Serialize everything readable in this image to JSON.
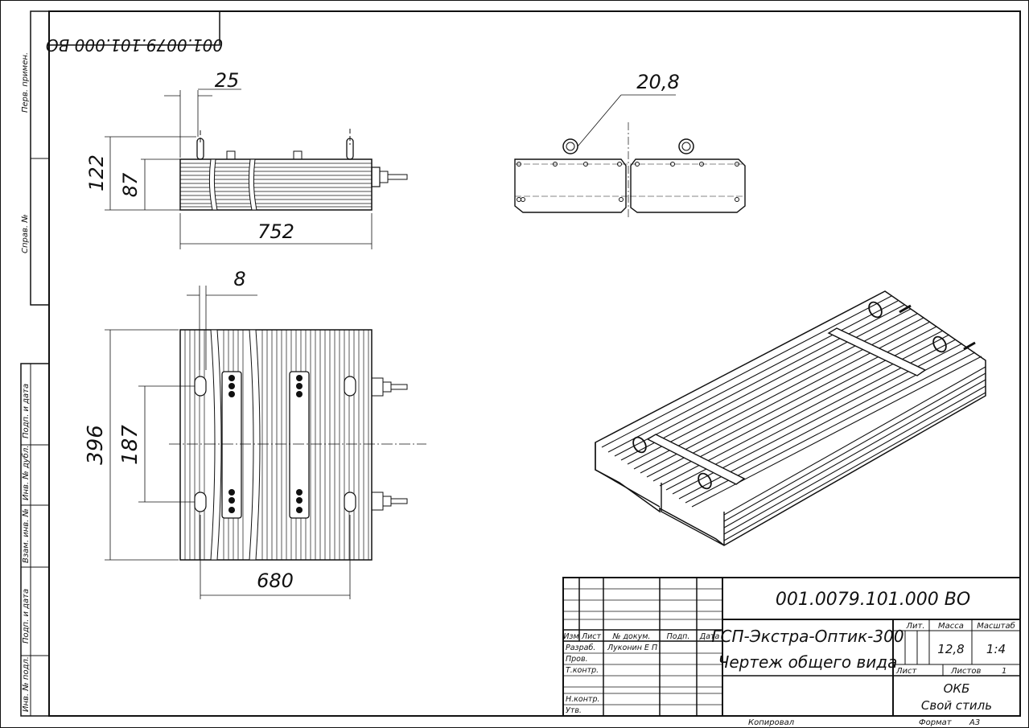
{
  "drawing_number": "001.0079.101.000 ВО",
  "drawing_number_mirrored": "001.0079.101.000 ВО",
  "side_strip": {
    "perv_primen": "Перв. примен.",
    "sprav_no": "Справ. №",
    "podp_data_1": "Подп. и дата",
    "inv_dubl": "Инв. № дубл.",
    "vzam_inv": "Взам. инв. №",
    "podp_data_2": "Подп. и дата",
    "inv_podl": "Инв. № подл."
  },
  "dimensions": {
    "top_width": "25",
    "height_total": "122",
    "height_body": "87",
    "length": "752",
    "eye_diameter": "20,8",
    "gap": "8",
    "plan_height": "396",
    "plan_inner": "187",
    "plan_width": "680"
  },
  "title_block": {
    "name_line1": "ГСП-Экстра-Оптик-300",
    "name_line2": "Чертеж общего вида",
    "col_izm": "Изм",
    "col_list": "Лист",
    "col_doc": "№ докум.",
    "col_podp": "Подп.",
    "col_data": "Дата",
    "row_razrab": "Разраб.",
    "razrab_name": "Луконин Е П",
    "row_prov": "Пров.",
    "row_tkontr": "Т.контр.",
    "row_nkontr": "Н.контр.",
    "row_utv": "Утв.",
    "lit_label": "Лит.",
    "mass_label": "Масса",
    "scale_label": "Масштаб",
    "mass_value": "12,8",
    "scale_value": "1:4",
    "sheet_label": "Лист",
    "sheets_label": "Листов",
    "sheets_value": "1",
    "org_line1": "ОКБ",
    "org_line2": "Свой стиль"
  },
  "footer": {
    "copied": "Копировал",
    "format_label": "Формат",
    "format_value": "А3"
  }
}
